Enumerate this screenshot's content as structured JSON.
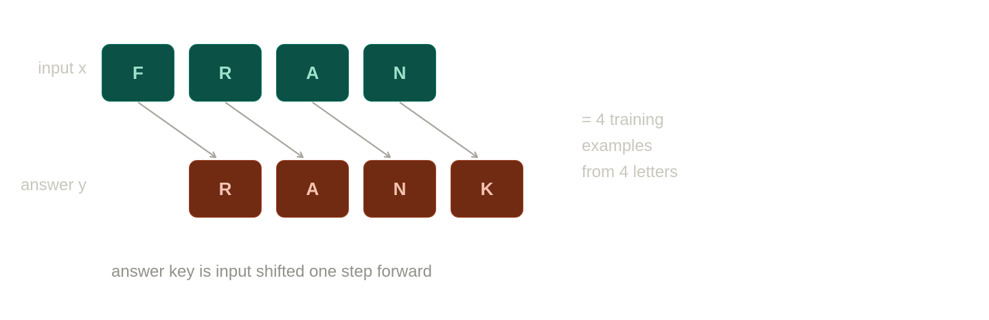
{
  "rows": {
    "input_label": "input x",
    "answer_label": "answer y"
  },
  "input_letters": [
    "F",
    "R",
    "A",
    "N"
  ],
  "answer_letters": [
    "R",
    "A",
    "N",
    "K"
  ],
  "note": {
    "line1": "= 4 training",
    "line2": "examples",
    "line3": "from 4 letters"
  },
  "caption": "answer key is input shifted one step forward",
  "colors": {
    "input_tile": "#0b5145",
    "input_text": "#9fe1cb",
    "answer_tile": "#712b13",
    "answer_text": "#f5c4b3",
    "arrow": "#a8a69e",
    "label": "#c9c7bd",
    "caption": "#93918a"
  }
}
